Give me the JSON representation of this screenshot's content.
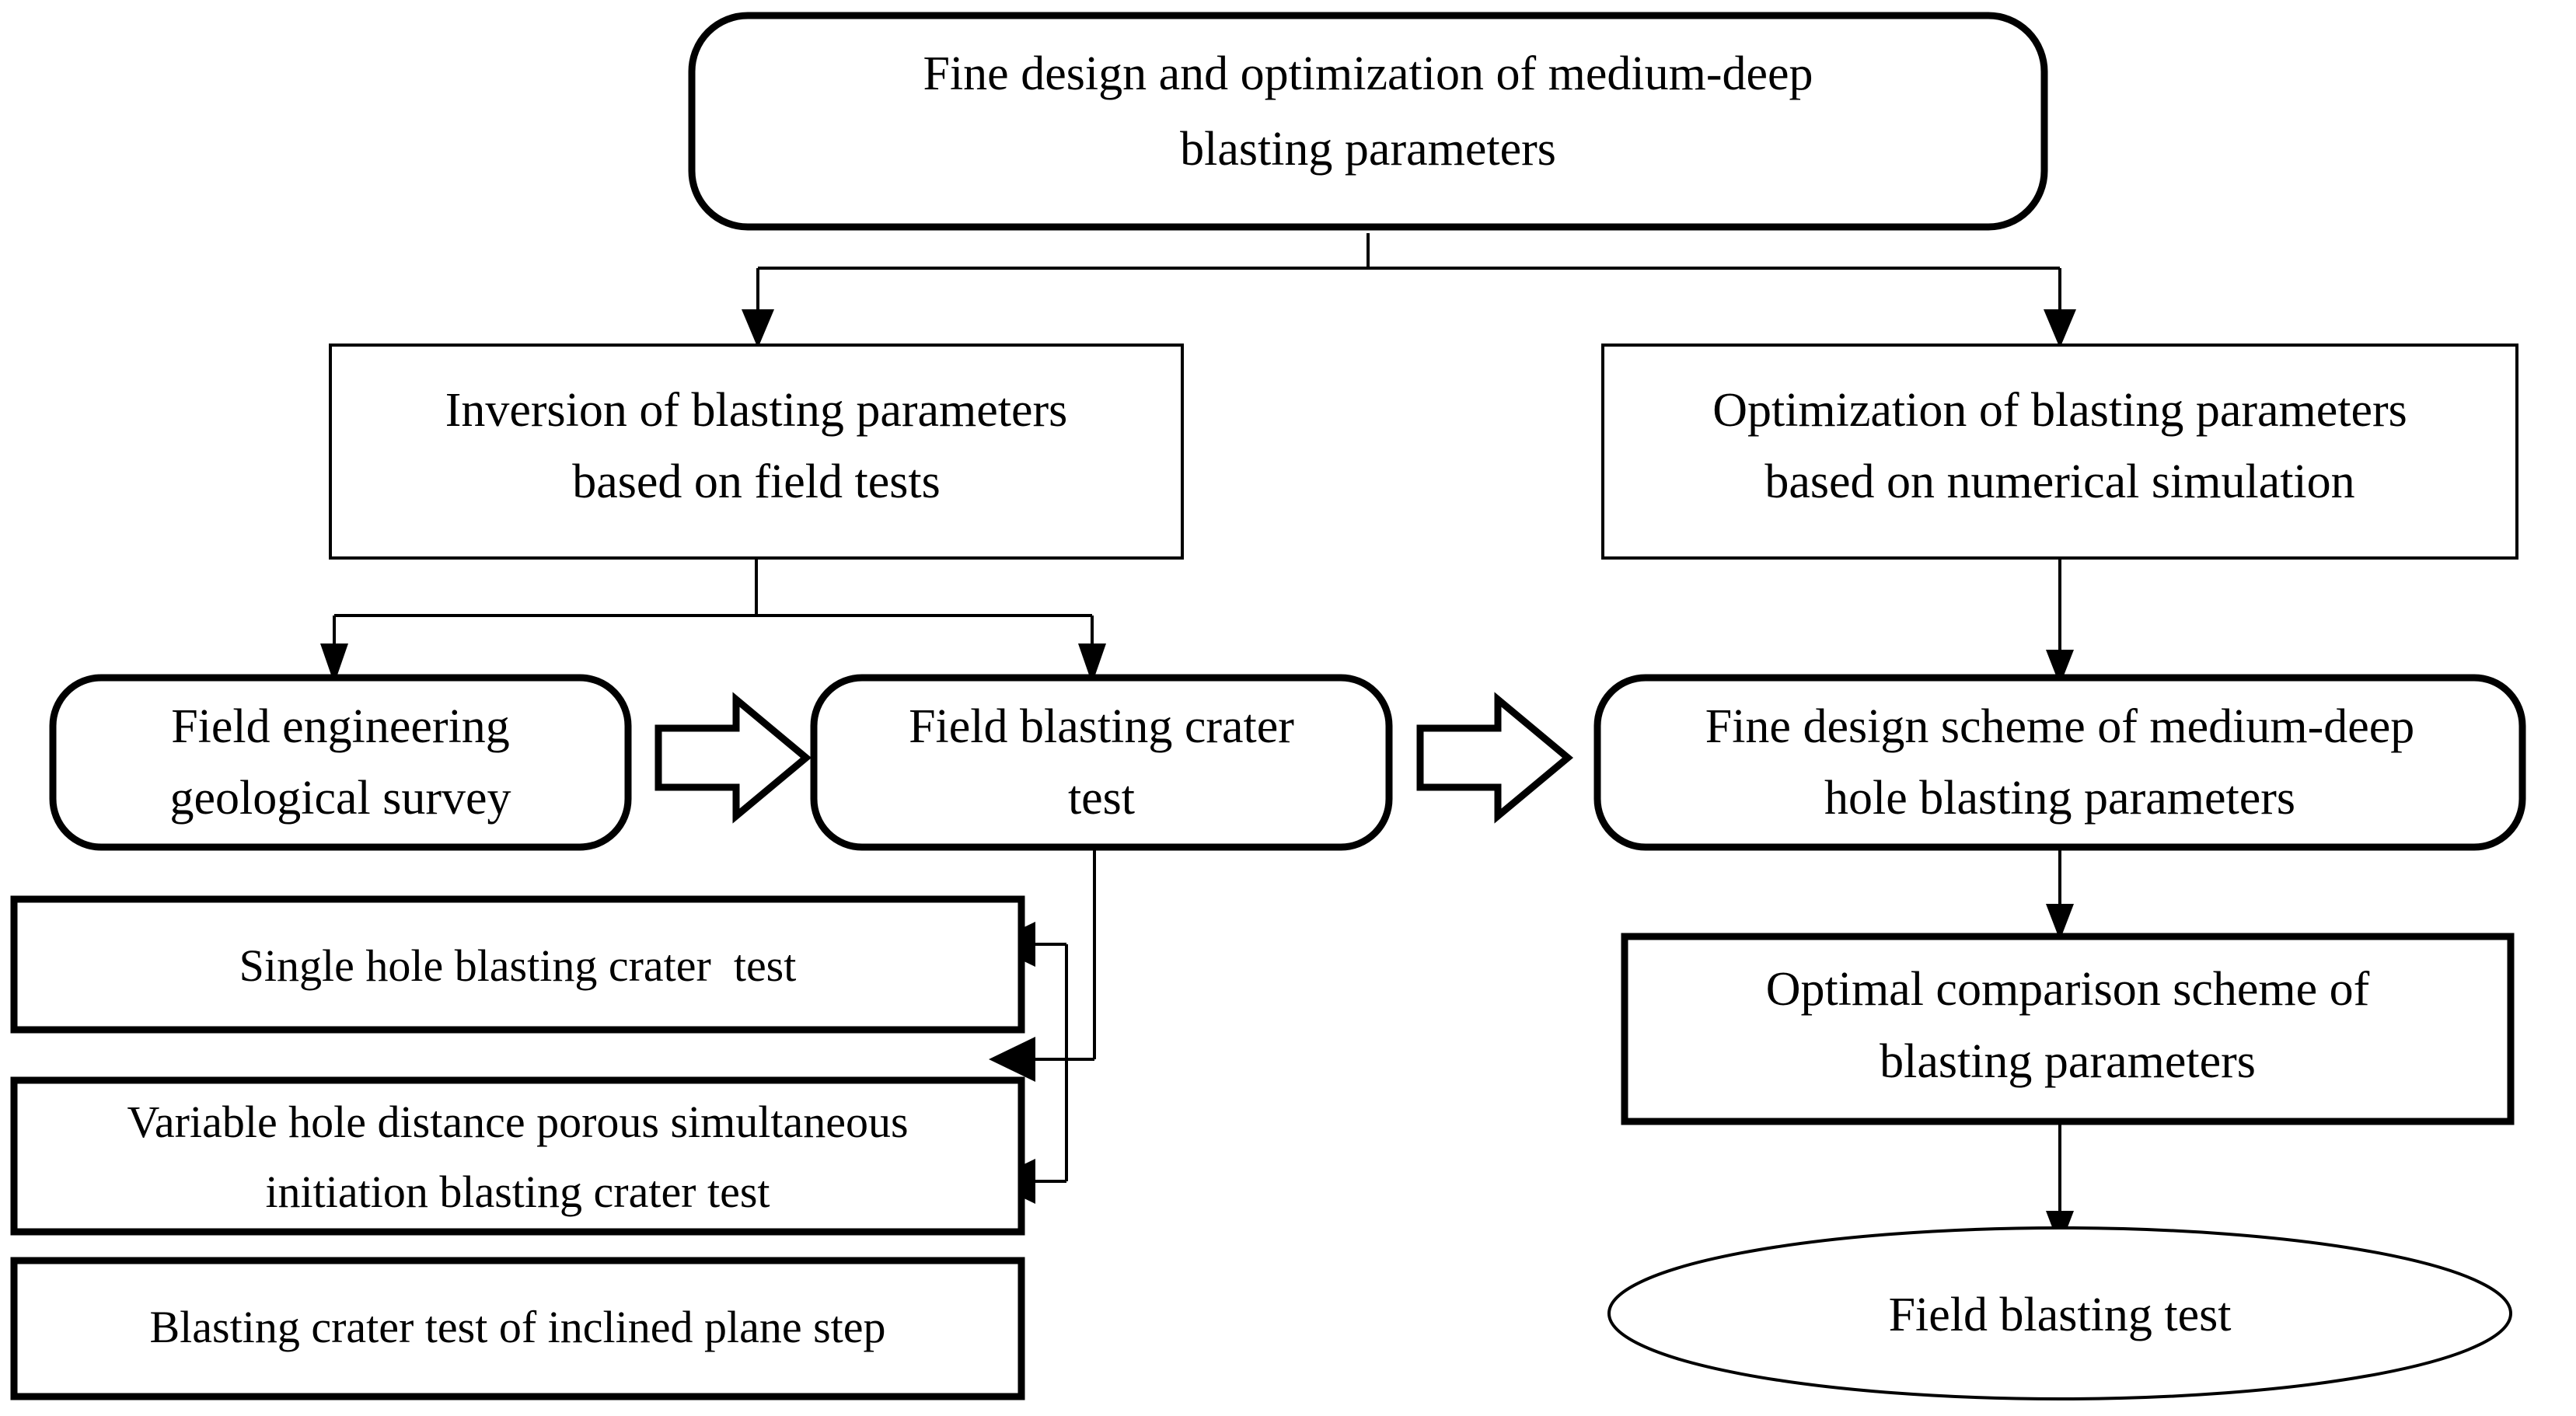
{
  "diagram": {
    "title": "Fine design and optimization of medium-deep hole blasting parameters flowchart",
    "background_color": "#ffffff",
    "line_color": "#000000",
    "nodes": {
      "root": {
        "shape": "rounded-rectangle",
        "line1": "Fine design and optimization of medium-deep",
        "line2": "blasting parameters"
      },
      "inversion": {
        "shape": "rectangle",
        "line1": "Inversion of blasting parameters",
        "line2": "based on field tests"
      },
      "optimization": {
        "shape": "rectangle",
        "line1": "Optimization of blasting parameters",
        "line2": "based on numerical simulation"
      },
      "geological_survey": {
        "shape": "rounded-rectangle",
        "line1": "Field engineering",
        "line2": "geological survey"
      },
      "crater_test": {
        "shape": "rounded-rectangle",
        "line1": "Field blasting crater",
        "line2": "test"
      },
      "fine_design_scheme": {
        "shape": "rounded-rectangle",
        "line1": "Fine design scheme of medium-deep",
        "line2": "hole blasting parameters"
      },
      "single_hole_test": {
        "shape": "rectangle",
        "line1": "Single hole blasting crater  test",
        "line2": ""
      },
      "variable_hole_test": {
        "shape": "rectangle",
        "line1": "Variable hole distance porous simultaneous",
        "line2": "initiation blasting crater test"
      },
      "inclined_plane_test": {
        "shape": "rectangle",
        "line1": "Blasting crater test of inclined plane step",
        "line2": ""
      },
      "optimal_comparison": {
        "shape": "rectangle",
        "line1": "Optimal comparison scheme of",
        "line2": "blasting parameters"
      },
      "field_blasting_test": {
        "shape": "ellipse",
        "line1": "Field blasting test",
        "line2": ""
      }
    },
    "connectors": [
      {
        "name": "root-to-inversion",
        "type": "elbow-arrow"
      },
      {
        "name": "root-to-optimization",
        "type": "elbow-arrow"
      },
      {
        "name": "inversion-to-survey",
        "type": "elbow-arrow"
      },
      {
        "name": "inversion-to-crater-test",
        "type": "elbow-arrow"
      },
      {
        "name": "optimization-to-fine-design",
        "type": "straight-arrow"
      },
      {
        "name": "survey-to-crater-test",
        "type": "block-arrow"
      },
      {
        "name": "crater-test-to-fine-design",
        "type": "block-arrow"
      },
      {
        "name": "crater-test-to-single-hole",
        "type": "elbow-arrow-left"
      },
      {
        "name": "crater-test-to-variable-hole",
        "type": "elbow-arrow-left"
      },
      {
        "name": "crater-test-to-inclined-plane",
        "type": "elbow-arrow-left"
      },
      {
        "name": "fine-design-to-optimal-comparison",
        "type": "straight-arrow"
      },
      {
        "name": "optimal-comparison-to-field-test",
        "type": "straight-arrow"
      }
    ]
  }
}
